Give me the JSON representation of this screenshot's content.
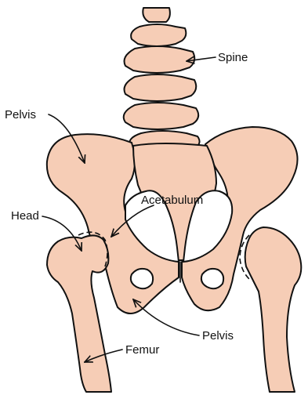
{
  "labels": {
    "spine": "Spine",
    "pelvis_upper": "Pelvis",
    "acetabulum": "Acetabulum",
    "head": "Head",
    "pelvis_lower": "Pelvis",
    "femur": "Femur"
  },
  "colors": {
    "bone_fill": "#f6cdb6",
    "outline": "#111111",
    "background": "#ffffff"
  }
}
